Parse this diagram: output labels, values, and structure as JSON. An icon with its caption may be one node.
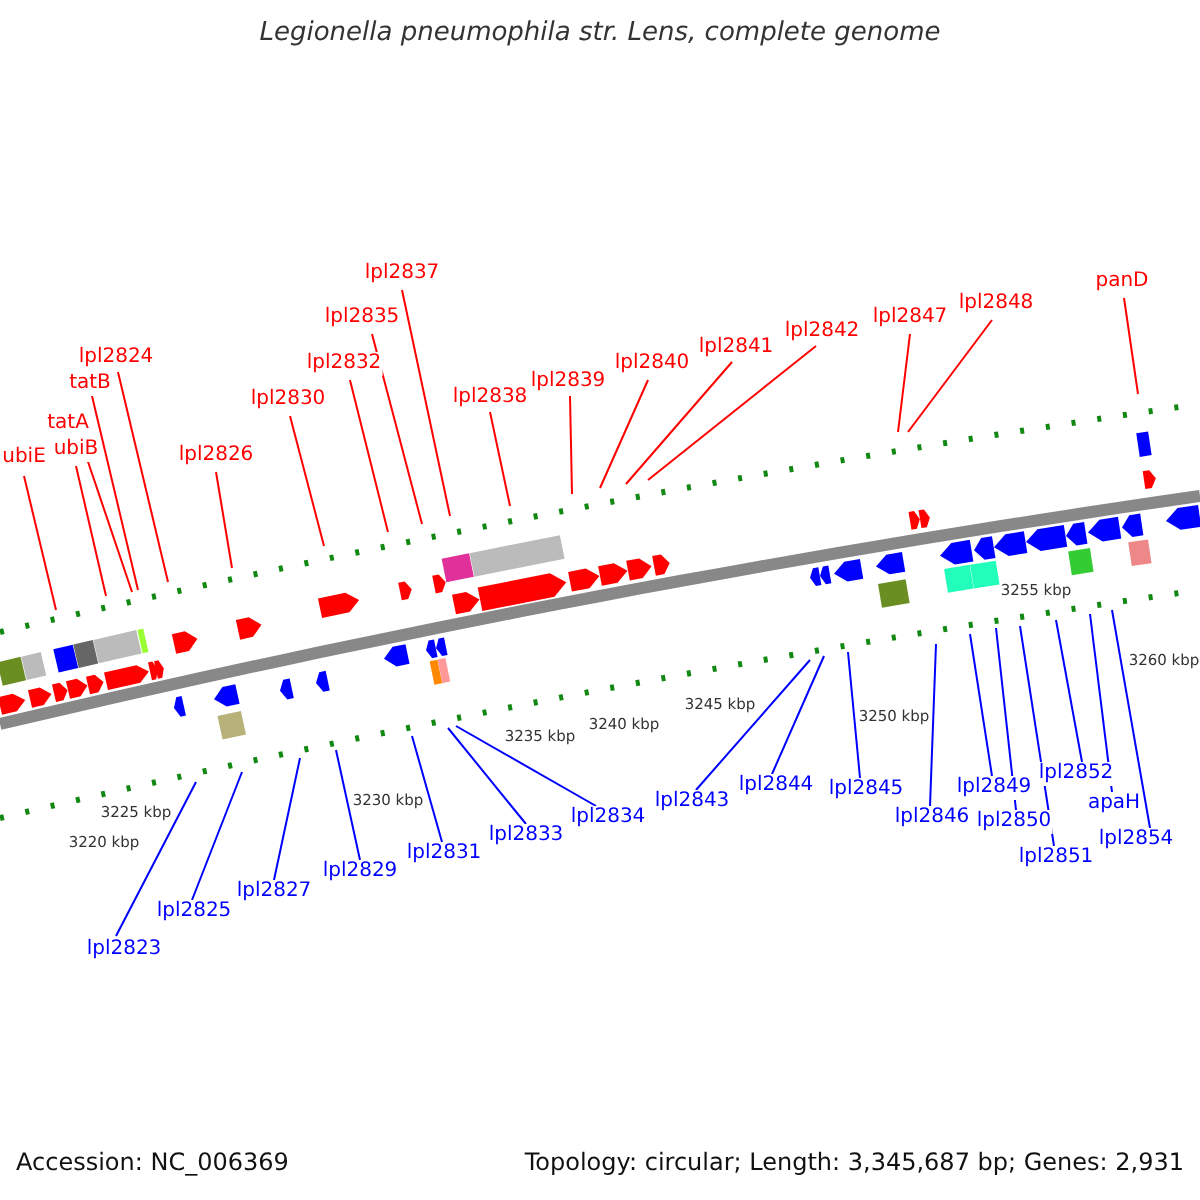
{
  "diagram": {
    "title": "Legionella pneumophila str. Lens, complete genome",
    "nodes": [
      {
        "text": [
          "ubiE"
        ]
      },
      {
        "text": [
          "ubiB"
        ]
      },
      {
        "text": [
          "tatA"
        ]
      },
      {
        "text": [
          "tatB"
        ]
      },
      {
        "text": [
          "lpl2824"
        ]
      },
      {
        "text": [
          "lpl2826"
        ]
      },
      {
        "text": [
          "lpl2830"
        ]
      },
      {
        "text": [
          "lpl2832"
        ]
      },
      {
        "text": [
          "lpl2835"
        ]
      },
      {
        "text": [
          "lpl2837"
        ]
      },
      {
        "text": [
          "lpl2838"
        ]
      },
      {
        "text": [
          "lpl2839"
        ]
      },
      {
        "text": [
          "lpl2840"
        ]
      },
      {
        "text": [
          "lpl2841"
        ]
      },
      {
        "text": [
          "lpl2842"
        ]
      },
      {
        "text": [
          "lpl2847"
        ]
      },
      {
        "text": [
          "lpl2848"
        ]
      },
      {
        "text": [
          "panD"
        ]
      },
      {
        "text": [
          "lpl2823"
        ]
      },
      {
        "text": [
          "lpl2825"
        ]
      },
      {
        "text": [
          "lpl2827"
        ]
      },
      {
        "text": [
          "lpl2829"
        ]
      },
      {
        "text": [
          "lpl2831"
        ]
      },
      {
        "text": [
          "lpl2833"
        ]
      },
      {
        "text": [
          "lpl2834"
        ]
      },
      {
        "text": [
          "lpl2843"
        ]
      },
      {
        "text": [
          "lpl2844"
        ]
      },
      {
        "text": [
          "lpl2845"
        ]
      },
      {
        "text": [
          "lpl2846"
        ]
      },
      {
        "text": [
          "lpl2849"
        ]
      },
      {
        "text": [
          "lpl2850"
        ]
      },
      {
        "text": [
          "lpl2851"
        ]
      },
      {
        "text": [
          "lpl2852"
        ]
      },
      {
        "text": [
          "apaH"
        ]
      },
      {
        "text": [
          "lpl2854"
        ]
      }
    ],
    "edges": [
      {
        "from": 0,
        "to": null,
        "arrow": "none"
      },
      {
        "from": 1,
        "to": null,
        "arrow": "none"
      },
      {
        "from": 2,
        "to": null,
        "arrow": "none"
      },
      {
        "from": 3,
        "to": null,
        "arrow": "none"
      },
      {
        "from": 4,
        "to": null,
        "arrow": "none"
      },
      {
        "from": 5,
        "to": null,
        "arrow": "none"
      },
      {
        "from": 6,
        "to": null,
        "arrow": "none"
      },
      {
        "from": 7,
        "to": null,
        "arrow": "none"
      },
      {
        "from": 8,
        "to": null,
        "arrow": "none"
      },
      {
        "from": 9,
        "to": null,
        "arrow": "none"
      },
      {
        "from": 10,
        "to": null,
        "arrow": "none"
      },
      {
        "from": 11,
        "to": null,
        "arrow": "none"
      },
      {
        "from": 12,
        "to": null,
        "arrow": "none"
      },
      {
        "from": 13,
        "to": null,
        "arrow": "none"
      },
      {
        "from": 14,
        "to": null,
        "arrow": "none"
      },
      {
        "from": 15,
        "to": null,
        "arrow": "none"
      },
      {
        "from": 16,
        "to": null,
        "arrow": "none"
      },
      {
        "from": 17,
        "to": null,
        "arrow": "none"
      },
      {
        "from": 18,
        "to": null,
        "arrow": "none",
        "color": "#0000ff"
      },
      {
        "from": 19,
        "to": null,
        "arrow": "none",
        "color": "#0000ff"
      },
      {
        "from": 20,
        "to": null,
        "arrow": "none",
        "color": "#0000ff"
      },
      {
        "from": 21,
        "to": null,
        "arrow": "none",
        "color": "#0000ff"
      },
      {
        "from": 22,
        "to": null,
        "arrow": "none",
        "color": "#0000ff"
      },
      {
        "from": 23,
        "to": null,
        "arrow": "none",
        "color": "#0000ff"
      },
      {
        "from": 24,
        "to": null,
        "arrow": "none",
        "color": "#0000ff"
      },
      {
        "from": 25,
        "to": null,
        "arrow": "none",
        "color": "#0000ff"
      },
      {
        "from": 26,
        "to": null,
        "arrow": "none",
        "color": "#0000ff"
      },
      {
        "from": 27,
        "to": null,
        "arrow": "none",
        "color": "#0000ff"
      },
      {
        "from": 28,
        "to": null,
        "arrow": "none",
        "color": "#0000ff"
      },
      {
        "from": 29,
        "to": null,
        "arrow": "none",
        "color": "#0000ff"
      },
      {
        "from": 30,
        "to": null,
        "arrow": "none",
        "color": "#0000ff"
      },
      {
        "from": 31,
        "to": null,
        "arrow": "none",
        "color": "#0000ff"
      },
      {
        "from": 32,
        "to": null,
        "arrow": "none",
        "color": "#0000ff"
      },
      {
        "from": 33,
        "to": null,
        "arrow": "none",
        "color": "#0000ff"
      },
      {
        "from": 34,
        "to": null,
        "arrow": "none",
        "color": "#0000ff"
      }
    ],
    "labels": [
      "3220 kbp",
      "3225 kbp",
      "3230 kbp",
      "3235 kbp",
      "3240 kbp",
      "3245 kbp",
      "3250 kbp",
      "3255 kbp",
      "3260 kbp",
      "Accession: NC_006369",
      "Topology: circular; Length: 3,345,687 bp; Genes: 2,931"
    ]
  }
}
